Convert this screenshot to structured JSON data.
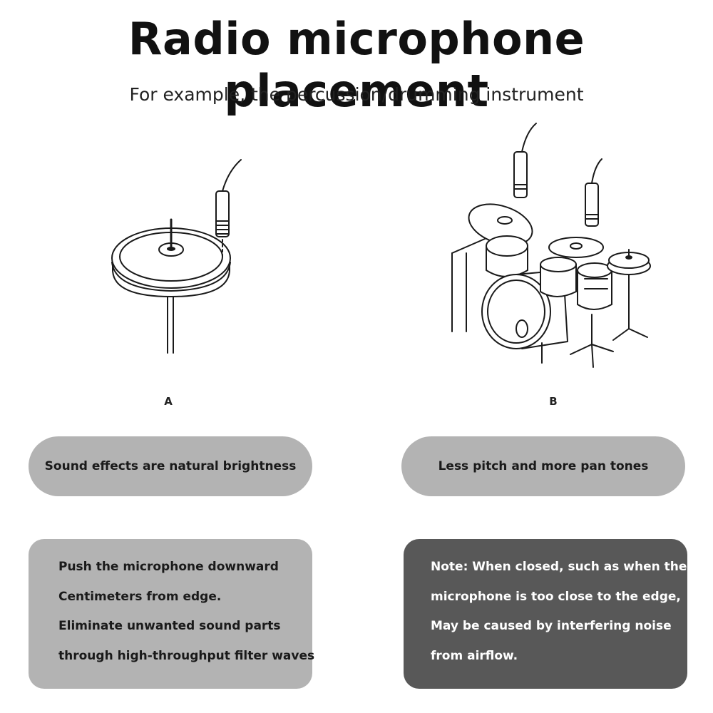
{
  "title": "Radio microphone placement",
  "subtitle": "For example, the percussion/drumming instrument",
  "figures": {
    "a": {
      "label": "A",
      "caption": "Sound effects are natural brightness"
    },
    "b": {
      "label": "B",
      "caption": "Less pitch and more pan tones"
    }
  },
  "notes": {
    "a": {
      "lines": [
        "Push the microphone downward",
        "Centimeters from edge.",
        "Eliminate unwanted sound parts",
        "through high-throughput filter waves"
      ]
    },
    "b": {
      "lines": [
        "Note: When closed, such as when the",
        "microphone is too close to the edge,",
        "May be caused by interfering noise",
        "from airflow."
      ]
    }
  },
  "colors": {
    "pill_gray": "#b3b3b3",
    "note_dark": "#585858"
  }
}
